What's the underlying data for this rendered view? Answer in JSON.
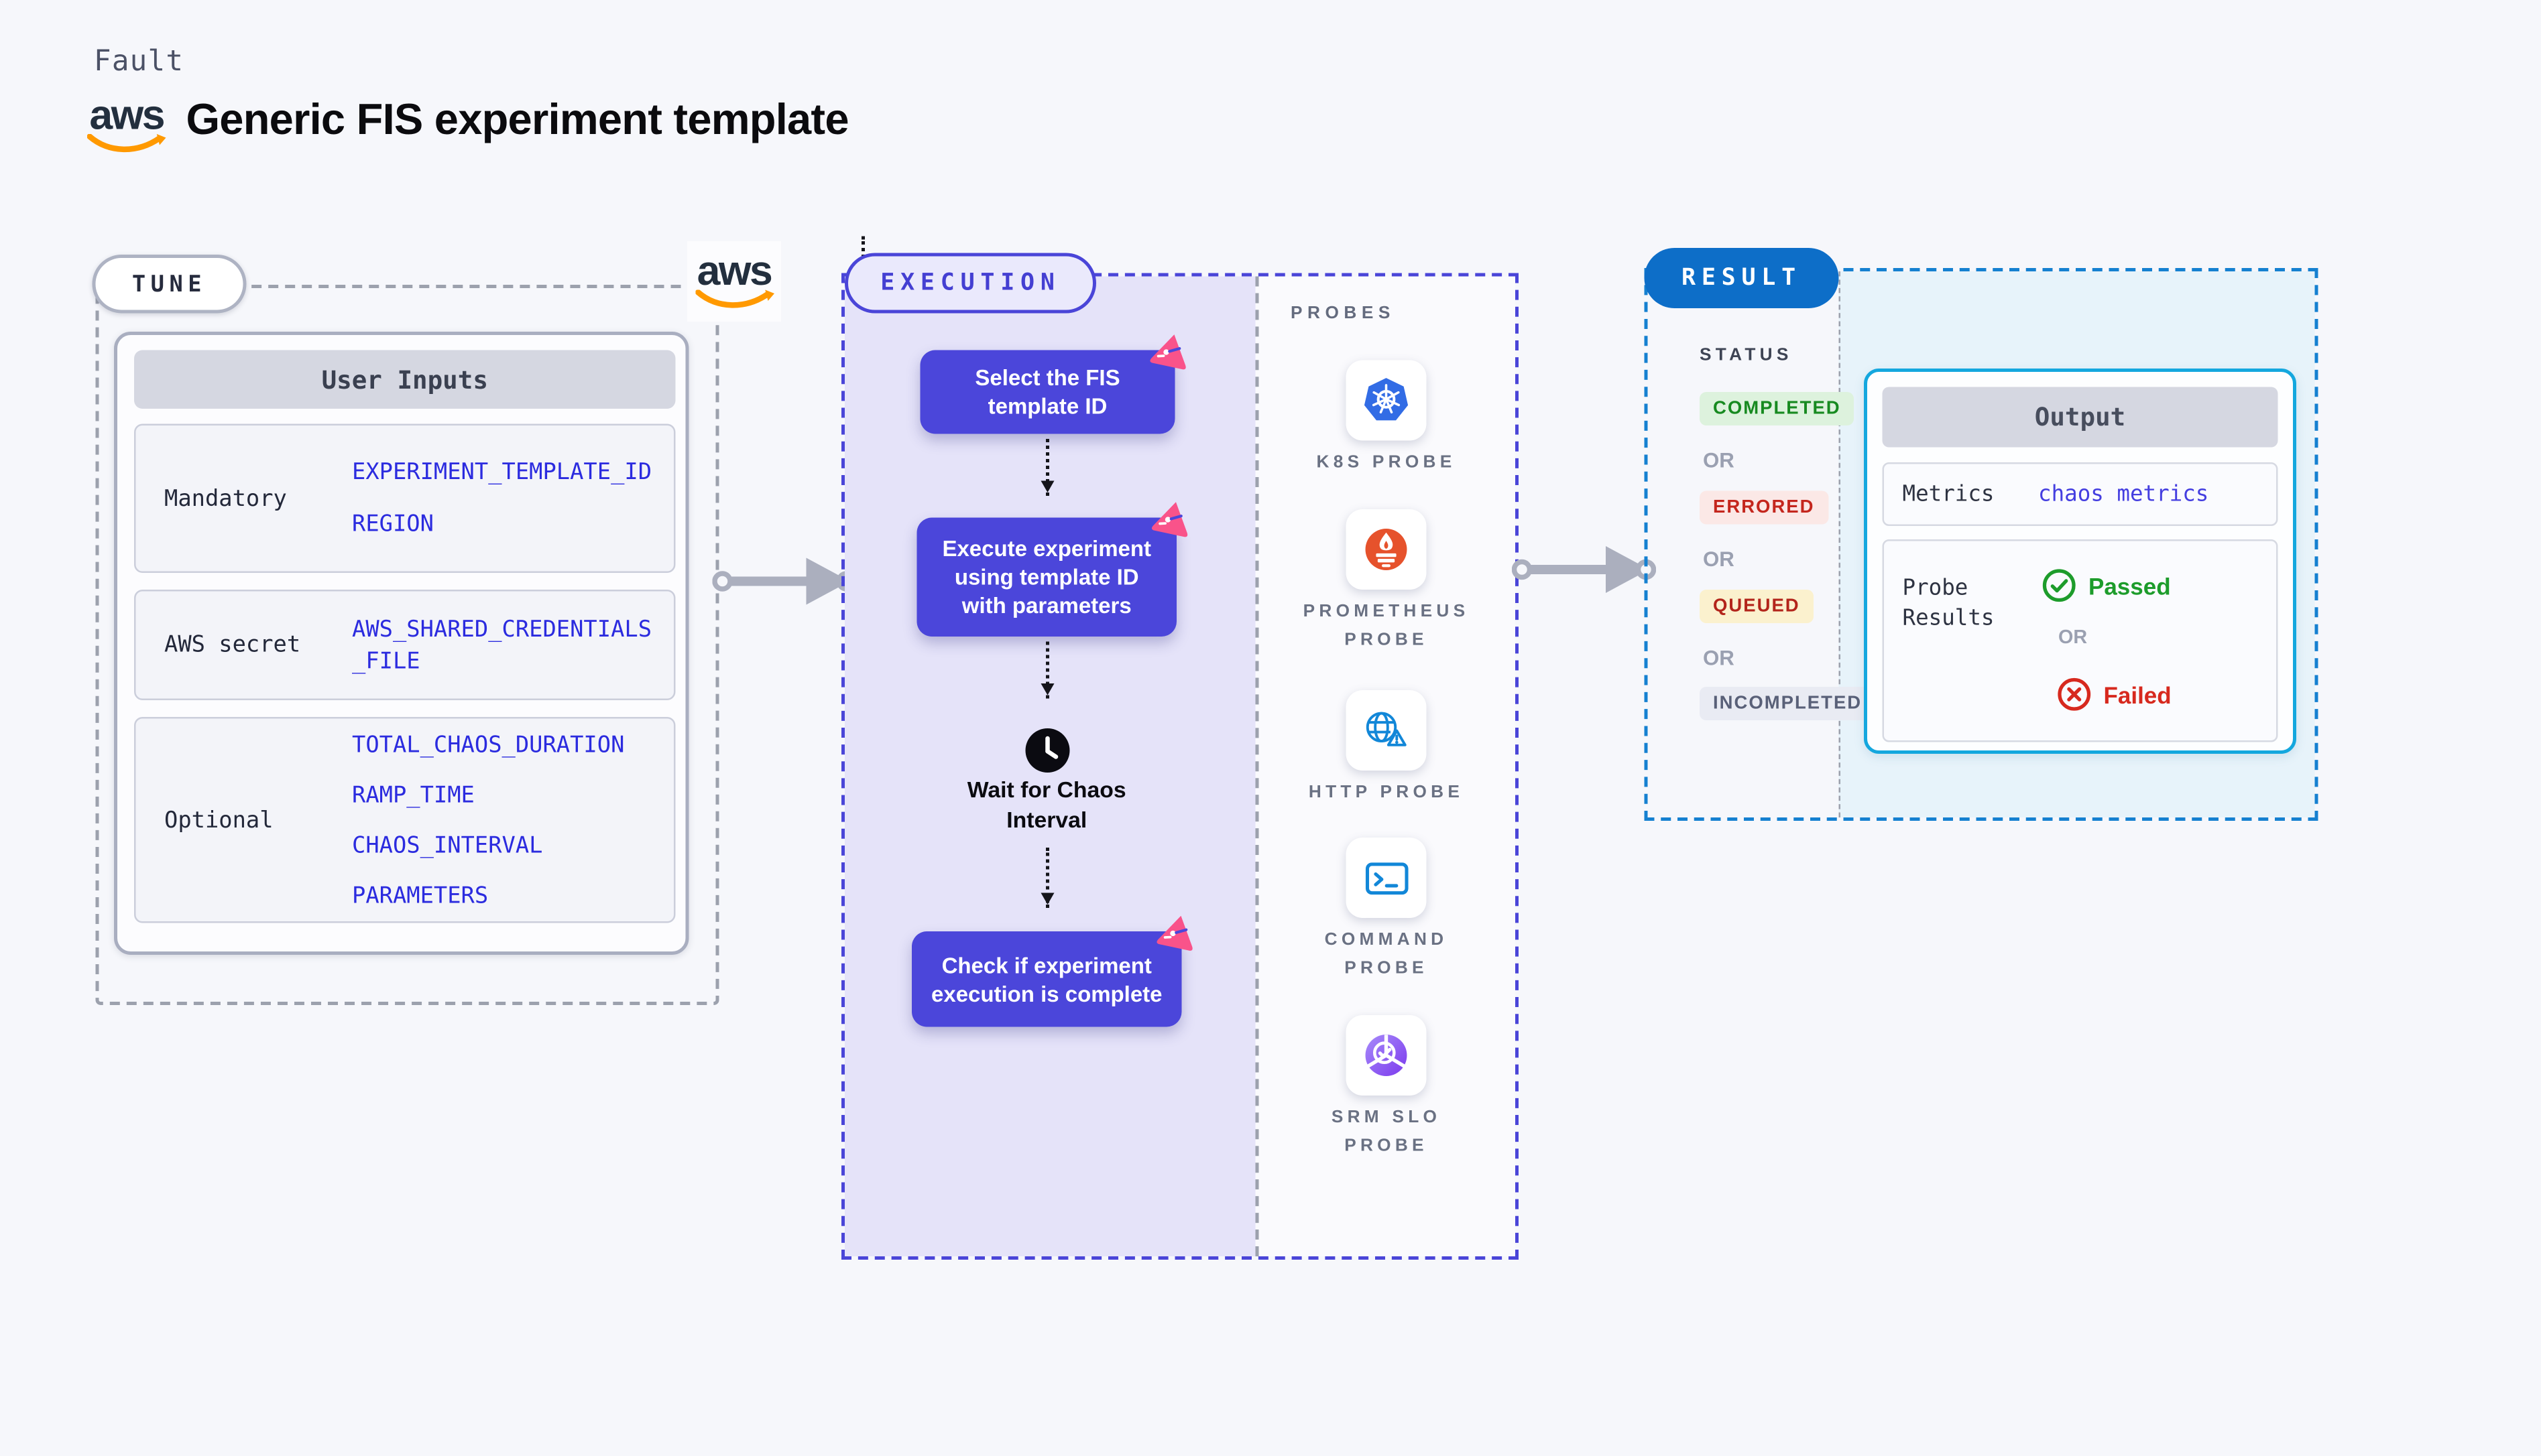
{
  "header": {
    "eyebrow": "Fault",
    "title": "Generic FIS experiment template",
    "brand_label": "aws"
  },
  "tune": {
    "badge": "TUNE",
    "table": {
      "header": "User Inputs",
      "rows": [
        {
          "label": "Mandatory",
          "values": [
            "EXPERIMENT_TEMPLATE_ID",
            "REGION"
          ]
        },
        {
          "label": "AWS secret",
          "values": [
            "AWS_SHARED_CREDENTIALS",
            "_FILE"
          ]
        },
        {
          "label": "Optional",
          "values": [
            "TOTAL_CHAOS_DURATION",
            "RAMP_TIME",
            "CHAOS_INTERVAL",
            "PARAMETERS"
          ]
        }
      ]
    }
  },
  "execution": {
    "badge": "EXECUTION",
    "steps": [
      {
        "lines": [
          "Select the FIS",
          "template ID"
        ]
      },
      {
        "lines": [
          "Execute experiment",
          "using template ID",
          "with parameters"
        ]
      },
      {
        "lines": [
          "Wait for Chaos",
          "Interval"
        ]
      },
      {
        "lines": [
          "Check if experiment",
          "execution is complete"
        ]
      }
    ]
  },
  "probes": {
    "label": "PROBES",
    "items": [
      {
        "icon": "kubernetes-icon",
        "lines": [
          "K8S PROBE",
          ""
        ]
      },
      {
        "icon": "prometheus-icon",
        "lines": [
          "PROMETHEUS",
          "PROBE"
        ]
      },
      {
        "icon": "http-globe-icon",
        "lines": [
          "HTTP PROBE",
          ""
        ]
      },
      {
        "icon": "terminal-icon",
        "lines": [
          "COMMAND",
          "PROBE"
        ]
      },
      {
        "icon": "srm-slo-icon",
        "lines": [
          "SRM SLO",
          "PROBE"
        ]
      }
    ]
  },
  "result": {
    "badge": "RESULT",
    "status": {
      "label": "STATUS",
      "or_label": "OR",
      "items": [
        {
          "text": "COMPLETED",
          "bg": "#DDF2DD",
          "color": "#178A20"
        },
        {
          "text": "ERRORED",
          "bg": "#FBE8E6",
          "color": "#C4261D"
        },
        {
          "text": "QUEUED",
          "bg": "#FBF1CE",
          "color": "#B3251B"
        },
        {
          "text": "INCOMPLETED",
          "bg": "#E9EBF3",
          "color": "#596078"
        }
      ]
    },
    "output": {
      "header": "Output",
      "metrics_label": "Metrics",
      "metrics_value": "chaos metrics",
      "probe_label_lines": [
        "Probe",
        "Results"
      ],
      "passed_label": "Passed",
      "or_label": "OR",
      "failed_label": "Failed"
    }
  },
  "colors": {
    "page_bg": "#F6F7FB",
    "accent_indigo": "#4A45D8",
    "flow_box": "#4B46DA",
    "purple_fill": "#E5E3F9",
    "result_blue": "#0D6EC8",
    "result_dash": "#1580D0",
    "output_border": "#14A7DE",
    "value_blue": "#2B2BDF",
    "pink_badge": "#F9538A",
    "aws_orange": "#FF9900",
    "k8s_blue": "#326CE5",
    "prometheus_orange": "#E6522C",
    "probe_icon_blue": "#1287D8",
    "srm_purple": "#7C3AED",
    "passed_green": "#1D9C2B",
    "failed_red": "#D7291E",
    "gray_dash": "#9CA1AD"
  }
}
